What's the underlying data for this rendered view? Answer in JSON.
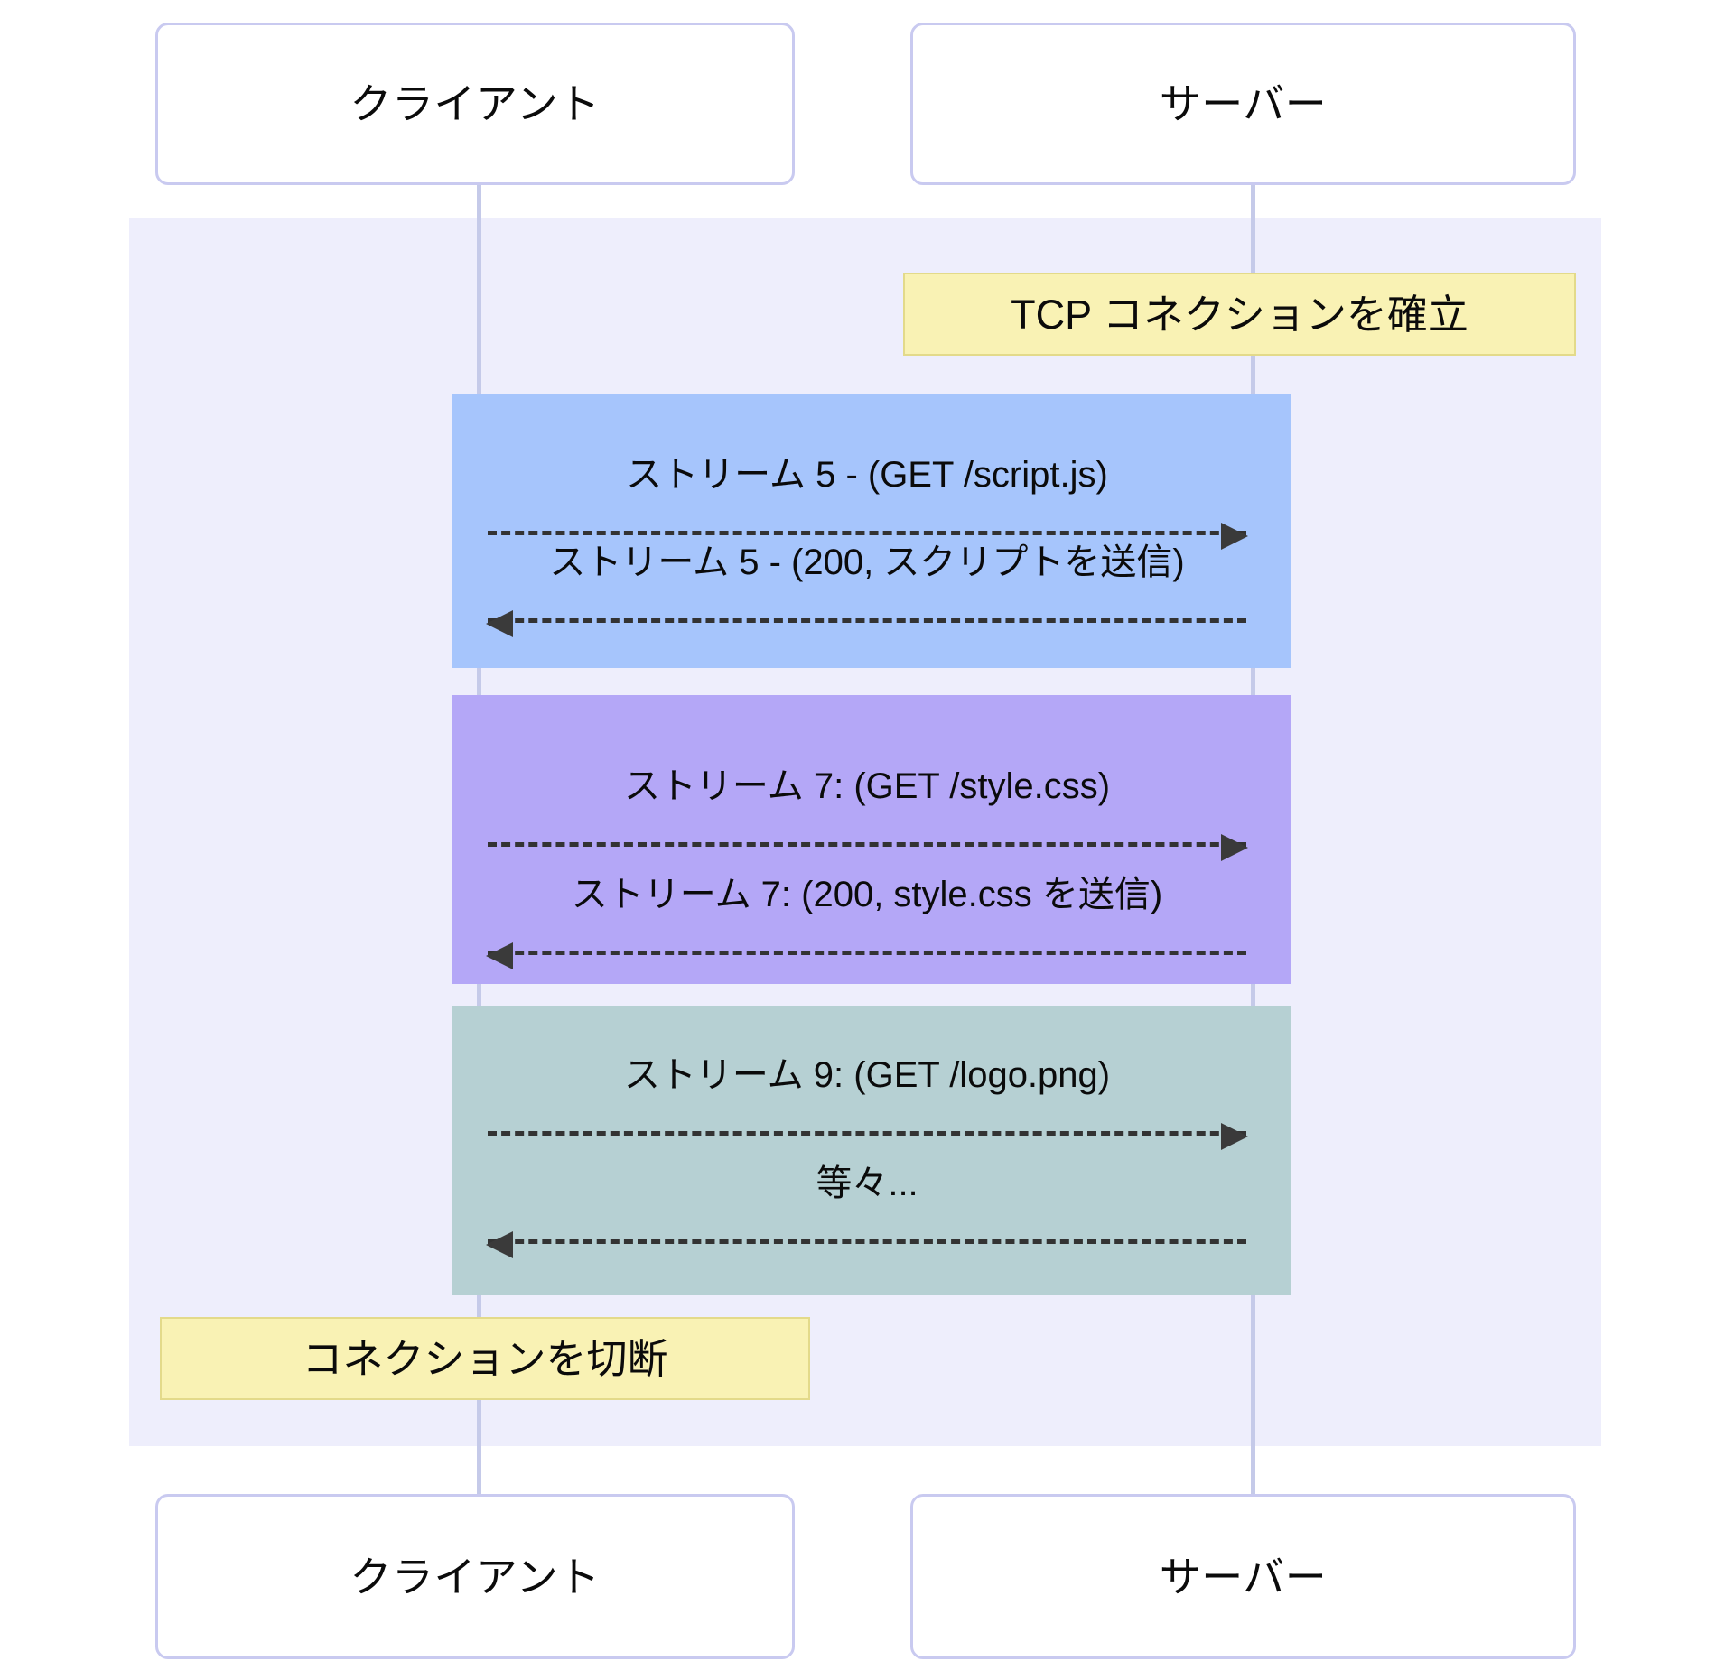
{
  "diagram": {
    "type": "sequence-diagram",
    "participants": [
      {
        "id": "client",
        "label": "クライアント"
      },
      {
        "id": "server",
        "label": "サーバー"
      }
    ],
    "participants_bottom": [
      {
        "id": "client",
        "label": "クライアント"
      },
      {
        "id": "server",
        "label": "サーバー"
      }
    ],
    "notes": [
      {
        "id": "note-connect",
        "label": "TCP コネクションを確立",
        "over": "server"
      },
      {
        "id": "note-disconnect",
        "label": "コネクションを切断",
        "over": "client"
      }
    ],
    "blocks": [
      {
        "id": "stream-5",
        "color": "#a6c5fc",
        "messages": [
          {
            "id": "stream-5-request",
            "label": "ストリーム 5 - (GET /script.js)",
            "direction": "right"
          },
          {
            "id": "stream-5-response",
            "label": "ストリーム 5 - (200, スクリプトを送信)",
            "direction": "left"
          }
        ]
      },
      {
        "id": "stream-7",
        "color": "#b4a7f7",
        "messages": [
          {
            "id": "stream-7-request",
            "label": "ストリーム 7: (GET /style.css)",
            "direction": "right"
          },
          {
            "id": "stream-7-response",
            "label": "ストリーム 7: (200, style.css を送信)",
            "direction": "left"
          }
        ]
      },
      {
        "id": "stream-9",
        "color": "#b6d0d3",
        "messages": [
          {
            "id": "stream-9-request",
            "label": "ストリーム 9: (GET /logo.png)",
            "direction": "right"
          },
          {
            "id": "stream-9-etc",
            "label": "等々...",
            "direction": "left"
          }
        ]
      }
    ],
    "colors": {
      "background": "#ffffff",
      "region": "#eeeefc",
      "lifeline": "#c5cae9",
      "box_border": "#c9caf0",
      "note_fill": "#f9f2b4",
      "note_border": "#e3da8a",
      "arrow": "#333333",
      "text": "#0b0b0b"
    }
  }
}
